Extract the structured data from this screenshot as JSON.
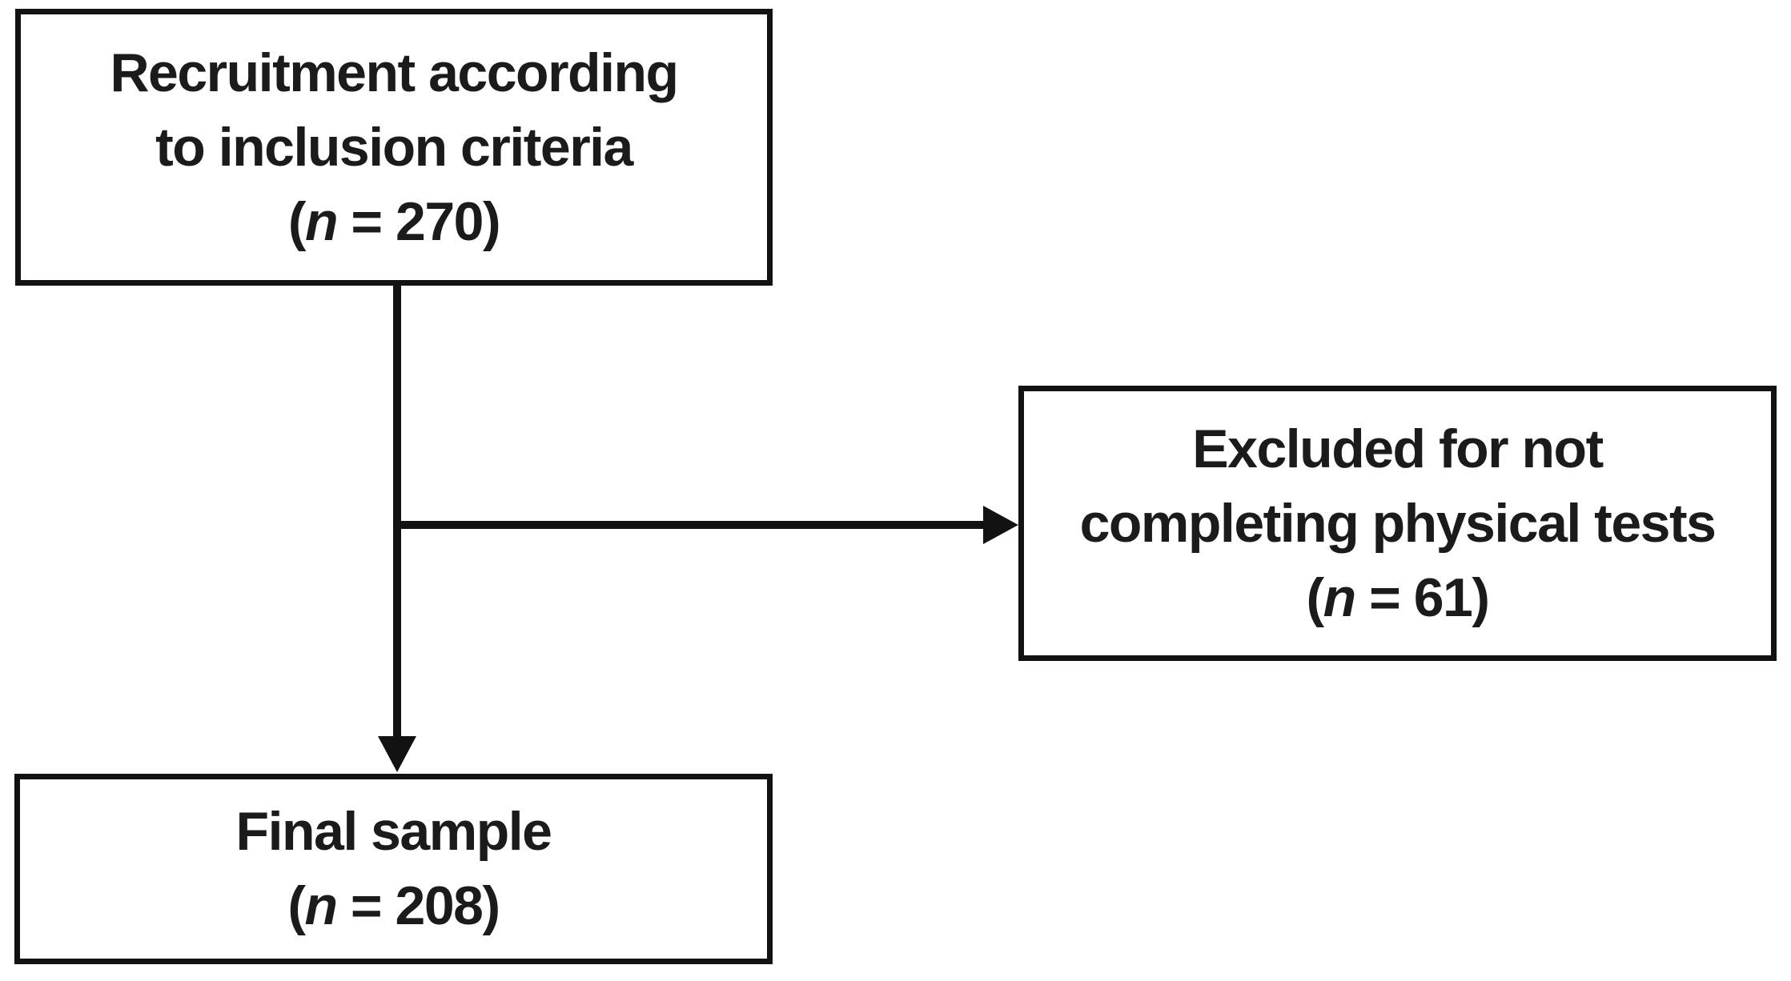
{
  "figure": {
    "background": "#ffffff",
    "line_color": "#121212",
    "text_color": "#1b1b1b"
  },
  "boxes": {
    "recruitment": {
      "lines": [
        "Recruitment according",
        "to inclusion criteria"
      ],
      "n": {
        "open": "(",
        "var": "n",
        "eq": " = ",
        "value": "270",
        "close": ")"
      }
    },
    "excluded": {
      "lines": [
        "Excluded for not",
        "completing physical tests"
      ],
      "n": {
        "open": "(",
        "var": "n",
        "eq": " = ",
        "value": "61",
        "close": ")"
      }
    },
    "final_sample": {
      "lines": [
        "Final sample"
      ],
      "n": {
        "open": "(",
        "var": "n",
        "eq": " = ",
        "value": "208",
        "close": ")"
      }
    }
  }
}
